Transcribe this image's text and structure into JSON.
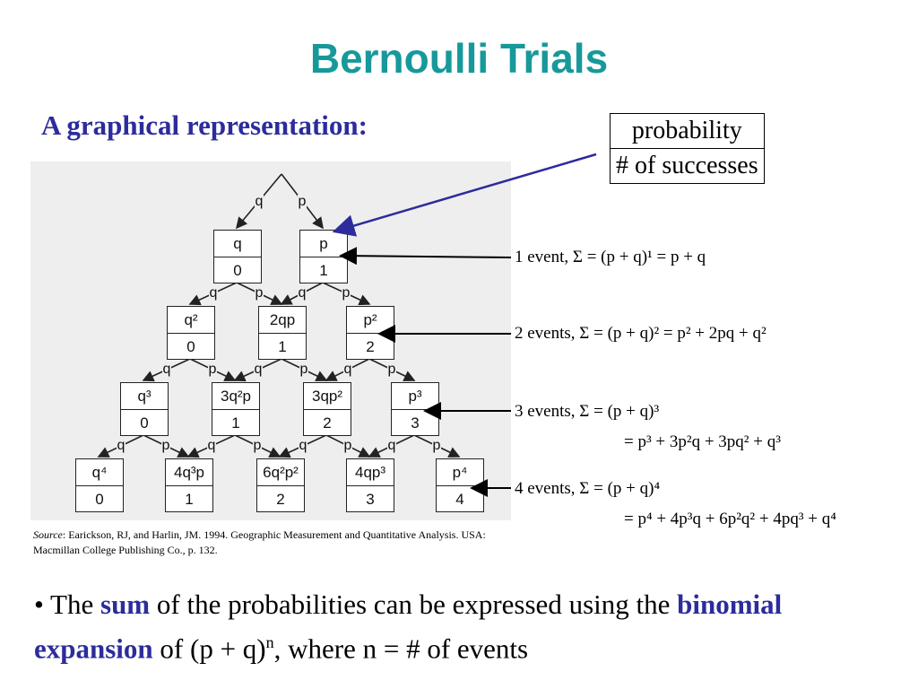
{
  "title": "Bernoulli Trials",
  "subtitle": "A graphical representation:",
  "legend": {
    "top": "probability",
    "bottom": "# of successes"
  },
  "tree": {
    "start_labels": {
      "left": "q",
      "right": "p"
    },
    "levels": [
      [
        {
          "prob": "q",
          "succ": "0"
        },
        {
          "prob": "p",
          "succ": "1"
        }
      ],
      [
        {
          "prob": "q²",
          "succ": "0"
        },
        {
          "prob": "2qp",
          "succ": "1"
        },
        {
          "prob": "p²",
          "succ": "2"
        }
      ],
      [
        {
          "prob": "q³",
          "succ": "0"
        },
        {
          "prob": "3q²p",
          "succ": "1"
        },
        {
          "prob": "3qp²",
          "succ": "2"
        },
        {
          "prob": "p³",
          "succ": "3"
        }
      ],
      [
        {
          "prob": "q⁴",
          "succ": "0"
        },
        {
          "prob": "4q³p",
          "succ": "1"
        },
        {
          "prob": "6q²p²",
          "succ": "2"
        },
        {
          "prob": "4qp³",
          "succ": "3"
        },
        {
          "prob": "p⁴",
          "succ": "4"
        }
      ]
    ]
  },
  "formulas": {
    "one": {
      "label": "1 event, ",
      "expr": "Σ = (p + q)¹ = p + q"
    },
    "two": {
      "label": "2 events, ",
      "expr": "Σ = (p + q)² = p² + 2pq + q²"
    },
    "three": {
      "label": "3 events, ",
      "expr": "Σ = (p + q)³",
      "expansion": "= p³ + 3p²q + 3pq² + q³"
    },
    "four": {
      "label": "4 events, ",
      "expr": "Σ = (p + q)⁴",
      "expansion": "= p⁴ + 4p³q + 6p²q² + 4pq³ + q⁴"
    }
  },
  "source": {
    "label": "Source",
    "text": ":  Earickson, RJ, and Harlin, JM. 1994. Geographic Measurement and Quantitative Analysis.  USA: Macmillan College Publishing Co., p. 132."
  },
  "bullet": {
    "marker": "• ",
    "part1": "The ",
    "sum": "sum",
    "part2": " of the probabilities can be expressed using the ",
    "binomial": "binomial expansion",
    "part3": " of (p + q)",
    "exponent": "n",
    "part4": ", where n = # of events"
  }
}
